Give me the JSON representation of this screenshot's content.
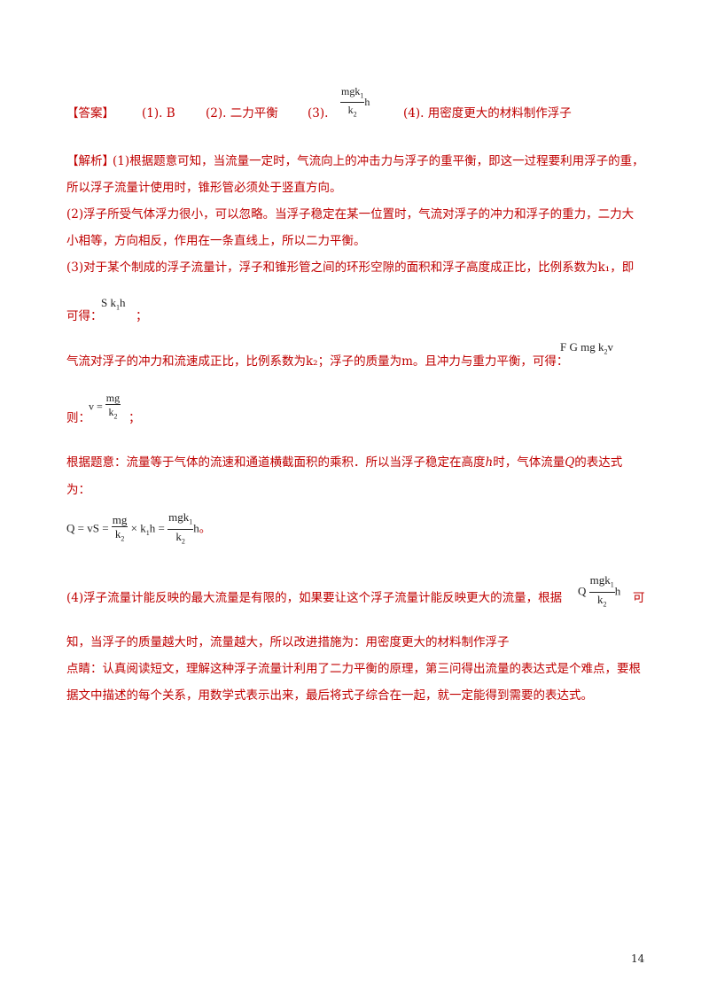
{
  "answer": {
    "label": "【答案】",
    "a1": "(1). B",
    "a2": "(2). 二力平衡",
    "a3_num": "(3).",
    "a3_expr": {
      "top": "mgk",
      "top_sub": "1",
      "bottom": "k",
      "bottom_sub": "2",
      "tail": "h"
    },
    "a4": "(4). 用密度更大的材料制作浮子"
  },
  "analysis": {
    "label": "【解析】",
    "p1_l1": "(1)根据题意可知，当流量一定时，气流向上的冲击力与浮子的重平衡，即这一过程要利用浮子的重，",
    "p1_l2": "所以浮子流量计使用时，锥形管必须处于竖直方向。",
    "p2_l1": "(2)浮子所受气体浮力很小，可以忽略。当浮子稳定在某一位置时，气流对浮子的冲力和浮子的重力，二力大",
    "p2_l2": "小相等，方向相反，作用在一条直线上，所以二力平衡。",
    "p3_l1": "(3)对于某个制成的浮子流量计，浮子和锥形管之间的环形空隙的面积和浮子高度成正比，比例系数为k₁，即",
    "p3_l2": "可得：",
    "p3_eq1": "S   k",
    "p3_eq1_sub": "1",
    "p3_eq1_tail": "h",
    "p3_semicolon": "；",
    "p4_text": "气流对浮子的冲力和流速成正比，比例系数为k₂；浮子的质量为m。且冲力与重力平衡，可得：",
    "p4_eq": "F   G   mg   k",
    "p4_eq_sub": "2",
    "p4_eq_tail": "v",
    "p5_label": "则：",
    "p5_lhs": "v =",
    "p5_num": "mg",
    "p5_den": "k",
    "p5_den_sub": "2",
    "p5_semicolon": "；",
    "p6_l1": "根据题意：流量等于气体的流速和通道横截面积的乘积．所以当浮子稳定在高度",
    "p6_h": "h",
    "p6_mid": "时，气体流量",
    "p6_q": "Q",
    "p6_end": "的表达式",
    "p6_l2": "为：",
    "p7": {
      "lhs": "Q = vS =",
      "f1_num": "mg",
      "f1_den": "k",
      "f1_den_sub": "2",
      "times": "× k",
      "times_sub": "1",
      "h_eq": "h =",
      "f2_num": "mgk",
      "f2_num_sub": "1",
      "f2_den": "k",
      "f2_den_sub": "2",
      "tail": "h",
      "period": "。"
    },
    "p8_l1": "(4)浮子流量计能反映的最大流量是有限的，如果要让这个浮子流量计能反映更大的流量，根据",
    "p8_eq": {
      "lhs": "Q",
      "num": "mgk",
      "num_sub": "1",
      "den": "k",
      "den_sub": "2",
      "tail": "h"
    },
    "p8_end": "可",
    "p8_l2": "知，当浮子的质量越大时，流量越大，所以改进措施为：用密度更大的材料制作浮子",
    "tip_l1": "点睛：认真阅读短文，理解这种浮子流量计利用了二力平衡的原理，第三问得出流量的表达式是个难点，要根",
    "tip_l2": "据文中描述的每个关系，用数学式表示出来，最后将式子综合在一起，就一定能得到需要的表达式。"
  },
  "page_number": "14"
}
